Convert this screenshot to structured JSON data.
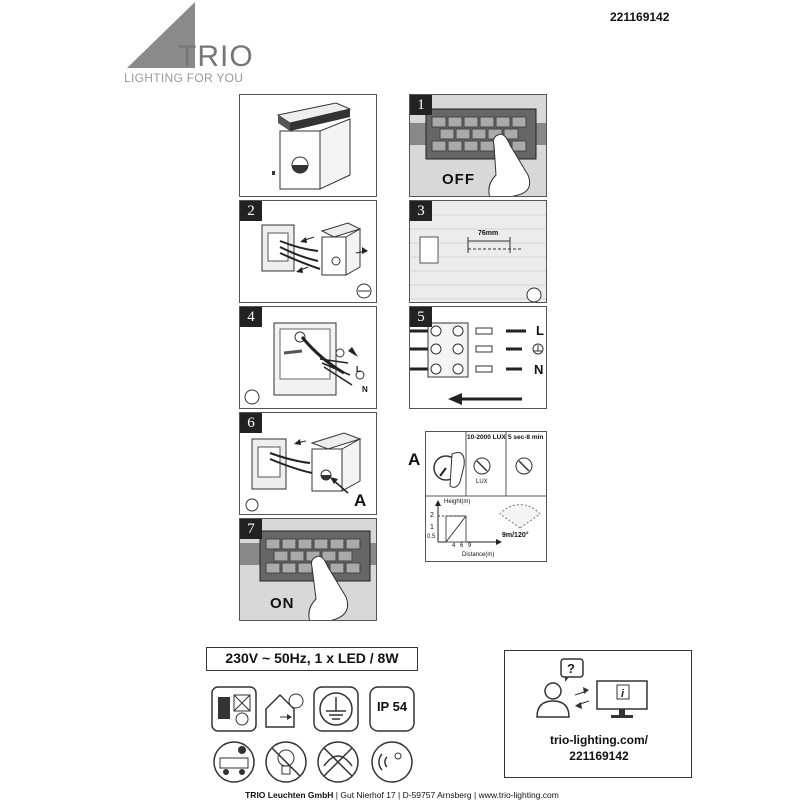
{
  "header": {
    "brand": "TRIO",
    "tagline": "LIGHTING FOR YOU",
    "article_number": "221169142"
  },
  "steps": {
    "s1": {
      "num": "1",
      "label": "OFF"
    },
    "s2": {
      "num": "2"
    },
    "s3": {
      "num": "3",
      "measure": "76mm"
    },
    "s4": {
      "num": "4",
      "wire_l": "L",
      "wire_n": "N"
    },
    "s5": {
      "num": "5",
      "row_l": "L",
      "row_n": "N"
    },
    "s6": {
      "num": "6",
      "callout": "A"
    },
    "s7": {
      "num": "7",
      "label": "ON"
    }
  },
  "sensor": {
    "label_a": "A",
    "lux_range": "10-2000 LUX",
    "time_range": "5 sec-8 min",
    "lux_text": "LUX",
    "height_label": "Height(m)",
    "distance_label": "Distance(m)",
    "y_ticks": [
      "2",
      "1",
      "0.5"
    ],
    "x_ticks": [
      "4",
      "6",
      "9"
    ],
    "range_label": "9m/120°"
  },
  "specs": {
    "power": "230V ~ 50Hz, 1 x LED / 8W",
    "ip_rating": "IP 54"
  },
  "support": {
    "url": "trio-lighting.com/",
    "code": "221169142"
  },
  "footer": {
    "company": "TRIO Leuchten GmbH",
    "address": "Gut Nierhof 17",
    "city": "D-59757 Arnsberg",
    "web": "www.trio-lighting.com"
  }
}
